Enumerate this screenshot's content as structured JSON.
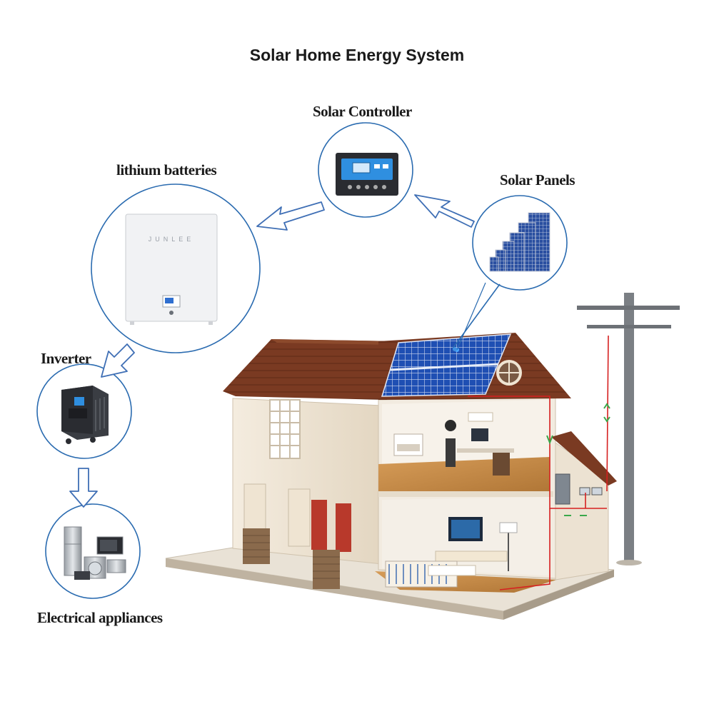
{
  "title": "Solar Home Energy System",
  "components": {
    "controller": {
      "label": "Solar Controller",
      "icon": "charge-controller-icon"
    },
    "batteries": {
      "label": "lithium batteries",
      "brand": "JUNLEE",
      "icon": "wall-battery-icon"
    },
    "panels": {
      "label": "Solar Panels",
      "icon": "solar-panels-icon"
    },
    "inverter": {
      "label": "Inverter",
      "icon": "inverter-icon"
    },
    "appliances": {
      "label": "Electrical appliances",
      "icon": "appliances-icon"
    }
  },
  "flow": [
    "Solar Panels",
    "Solar Controller",
    "lithium batteries",
    "Inverter",
    "Electrical appliances"
  ],
  "colors": {
    "circle_stroke": "#2a6bb0",
    "arrow_stroke": "#3f6fb5",
    "roof": "#7a3a22",
    "solar_cell": "#1f4fb3",
    "wiring": "#d62020",
    "wall": "#efe6d6",
    "floor": "#c68a45"
  }
}
